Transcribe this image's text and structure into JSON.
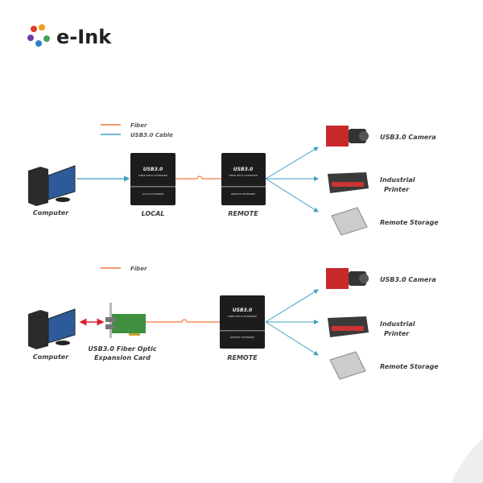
{
  "logo": {
    "text": "e-Ink"
  },
  "colors": {
    "fiber": "#f07a3a",
    "usb_cable": "#3d9fc2",
    "link": "#d9232e",
    "device": "#1c1c1c"
  },
  "top": {
    "legend": {
      "fiber": "Fiber",
      "usb_cable": "USB3.0 Cable"
    },
    "computer": "Computer",
    "local": {
      "label": "LOCAL",
      "box_title": "USB3.0",
      "box_sub": "FIBER OPTIC EXTENDER",
      "box_name": "LOCAL EXTENDER"
    },
    "remote": {
      "label": "REMOTE",
      "box_title": "USB3.0",
      "box_sub": "FIBER OPTIC EXTENDER",
      "box_name": "REMOTE EXTENDER"
    },
    "devices": {
      "camera": "USB3.0 Camera",
      "printer_1": "Industrial",
      "printer_2": "Printer",
      "storage": "Remote Storage"
    }
  },
  "bottom": {
    "legend": {
      "fiber": "Fiber"
    },
    "computer": "Computer",
    "card_1": "USB3.0 Fiber Optic",
    "card_2": "Expansion Card",
    "remote": {
      "label": "REMOTE",
      "box_title": "USB3.0",
      "box_sub": "FIBER OPTIC EXTENDER",
      "box_name": "REMOTE EXTENDER"
    },
    "devices": {
      "camera": "USB3.0 Camera",
      "printer_1": "Industrial",
      "printer_2": "Printer",
      "storage": "Remote Storage"
    }
  }
}
